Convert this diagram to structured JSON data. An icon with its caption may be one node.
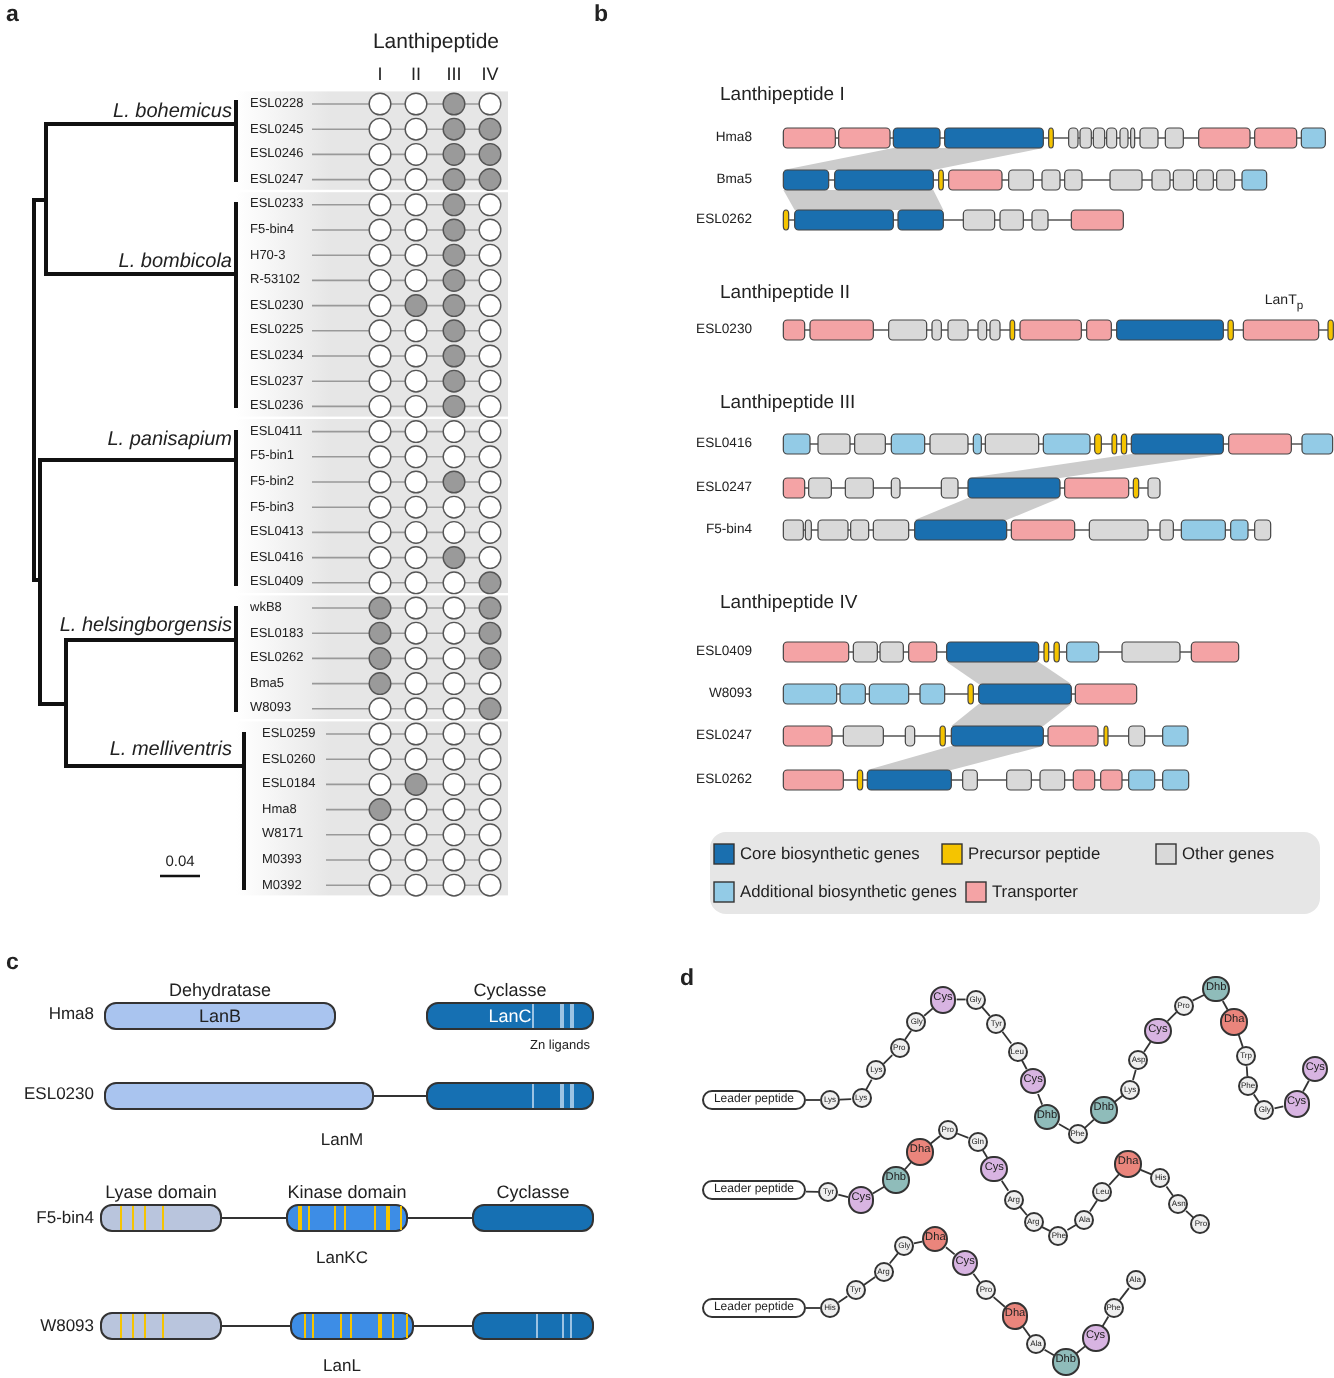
{
  "diagram": {
    "nodes": [
      {
        "text": [
          "Dehydratase",
          "LanB"
        ]
      },
      {
        "text": [
          "Cyclasse",
          "LanC"
        ],
        "beside": [
          "Zn ligands"
        ]
      },
      {
        "text": [],
        "shape": "box"
      },
      {
        "text": [],
        "shape": "box"
      },
      {
        "text": [
          "Lyase domain"
        ]
      },
      {
        "text": [
          "Kinase domain"
        ]
      },
      {
        "text": [
          "Cyclasse"
        ]
      },
      {
        "text": [],
        "shape": "box"
      },
      {
        "text": [],
        "shape": "box"
      },
      {
        "text": [],
        "shape": "box"
      },
      {
        "text": [
          "Leader peptide"
        ]
      },
      {
        "text": [
          "Lys"
        ]
      },
      {
        "text": [
          "Lys"
        ]
      },
      {
        "text": [
          "Lys"
        ]
      },
      {
        "text": [
          "Pro"
        ]
      },
      {
        "text": [
          "Gly"
        ]
      },
      {
        "text": [
          "Cys"
        ]
      },
      {
        "text": [
          "Gly"
        ]
      },
      {
        "text": [
          "Tyr"
        ]
      },
      {
        "text": [
          "Leu"
        ]
      },
      {
        "text": [
          "Cys"
        ]
      },
      {
        "text": [
          "Dhb"
        ]
      },
      {
        "text": [
          "Phe"
        ]
      },
      {
        "text": [
          "Dhb"
        ]
      },
      {
        "text": [
          "Lys"
        ]
      },
      {
        "text": [
          "Asp"
        ]
      },
      {
        "text": [
          "Cys"
        ]
      },
      {
        "text": [
          "Pro"
        ]
      },
      {
        "text": [
          "Dhb"
        ]
      },
      {
        "text": [
          "Dha"
        ]
      },
      {
        "text": [
          "Trp"
        ]
      },
      {
        "text": [
          "Phe"
        ]
      },
      {
        "text": [
          "Gly"
        ]
      },
      {
        "text": [
          "Cys"
        ]
      },
      {
        "text": [
          "Cys"
        ]
      },
      {
        "text": [
          "Leader peptide"
        ]
      },
      {
        "text": [
          "Tyr"
        ]
      },
      {
        "text": [
          "Cys"
        ]
      },
      {
        "text": [
          "Dhb"
        ]
      },
      {
        "text": [
          "Dha"
        ]
      },
      {
        "text": [
          "Pro"
        ]
      },
      {
        "text": [
          "Gln"
        ]
      },
      {
        "text": [
          "Cys"
        ]
      },
      {
        "text": [
          "Arg"
        ]
      },
      {
        "text": [
          "Arg"
        ]
      },
      {
        "text": [
          "Phe"
        ]
      },
      {
        "text": [
          "Ala"
        ]
      },
      {
        "text": [
          "Leu"
        ]
      },
      {
        "text": [
          "Dha"
        ]
      },
      {
        "text": [
          "His"
        ]
      },
      {
        "text": [
          "Asn"
        ]
      },
      {
        "text": [
          "Pro"
        ]
      },
      {
        "text": [
          "Leader peptide"
        ]
      },
      {
        "text": [
          "His"
        ]
      },
      {
        "text": [
          "Tyr"
        ]
      },
      {
        "text": [
          "Arg"
        ]
      },
      {
        "text": [
          "Gly"
        ]
      },
      {
        "text": [
          "Dha"
        ]
      },
      {
        "text": [
          "Cys"
        ]
      },
      {
        "text": [
          "Pro"
        ]
      },
      {
        "text": [
          "Dha"
        ]
      },
      {
        "text": [
          "Ala"
        ]
      },
      {
        "text": [
          "Dhb"
        ]
      },
      {
        "text": [
          "Cys"
        ]
      },
      {
        "text": [
          "Phe"
        ]
      },
      {
        "text": [
          "Ala"
        ]
      }
    ],
    "edges": [
      {
        "from": 2,
        "to": 3,
        "arrow": "none"
      },
      {
        "from": 4,
        "to": 5,
        "arrow": "none"
      },
      {
        "from": 5,
        "to": 6,
        "arrow": "none"
      },
      {
        "from": 7,
        "to": 8,
        "arrow": "none"
      },
      {
        "from": 8,
        "to": 9,
        "arrow": "none"
      },
      {
        "from": 10,
        "to": 11,
        "arrow": "none"
      },
      {
        "from": 11,
        "to": 12,
        "arrow": "none"
      },
      {
        "from": 12,
        "to": 13,
        "arrow": "none"
      },
      {
        "from": 13,
        "to": 14,
        "arrow": "none"
      },
      {
        "from": 14,
        "to": 15,
        "arrow": "none"
      },
      {
        "from": 15,
        "to": 16,
        "arrow": "none"
      },
      {
        "from": 16,
        "to": 17,
        "arrow": "none"
      },
      {
        "from": 17,
        "to": 18,
        "arrow": "none"
      },
      {
        "from": 18,
        "to": 19,
        "arrow": "none"
      },
      {
        "from": 19,
        "to": 20,
        "arrow": "none"
      },
      {
        "from": 20,
        "to": 21,
        "arrow": "none"
      },
      {
        "from": 21,
        "to": 22,
        "arrow": "none"
      },
      {
        "from": 22,
        "to": 23,
        "arrow": "none"
      },
      {
        "from": 23,
        "to": 24,
        "arrow": "none"
      },
      {
        "from": 24,
        "to": 25,
        "arrow": "none"
      },
      {
        "from": 25,
        "to": 26,
        "arrow": "none"
      },
      {
        "from": 26,
        "to": 27,
        "arrow": "none"
      },
      {
        "from": 27,
        "to": 28,
        "arrow": "none"
      },
      {
        "from": 28,
        "to": 29,
        "arrow": "none"
      },
      {
        "from": 29,
        "to": 30,
        "arrow": "none"
      },
      {
        "from": 30,
        "to": 31,
        "arrow": "none"
      },
      {
        "from": 31,
        "to": 32,
        "arrow": "none"
      },
      {
        "from": 32,
        "to": 33,
        "arrow": "none"
      },
      {
        "from": 33,
        "to": 34,
        "arrow": "none"
      },
      {
        "from": 35,
        "to": 36,
        "arrow": "none"
      },
      {
        "from": 36,
        "to": 37,
        "arrow": "none"
      },
      {
        "from": 37,
        "to": 38,
        "arrow": "none"
      },
      {
        "from": 38,
        "to": 39,
        "arrow": "none"
      },
      {
        "from": 39,
        "to": 40,
        "arrow": "none"
      },
      {
        "from": 40,
        "to": 41,
        "arrow": "none"
      },
      {
        "from": 41,
        "to": 42,
        "arrow": "none"
      },
      {
        "from": 42,
        "to": 43,
        "arrow": "none"
      },
      {
        "from": 43,
        "to": 44,
        "arrow": "none"
      },
      {
        "from": 44,
        "to": 45,
        "arrow": "none"
      },
      {
        "from": 45,
        "to": 46,
        "arrow": "none"
      },
      {
        "from": 46,
        "to": 47,
        "arrow": "none"
      },
      {
        "from": 47,
        "to": 48,
        "arrow": "none"
      },
      {
        "from": 48,
        "to": 49,
        "arrow": "none"
      },
      {
        "from": 49,
        "to": 50,
        "arrow": "none"
      },
      {
        "from": 50,
        "to": 51,
        "arrow": "none"
      },
      {
        "from": 52,
        "to": 53,
        "arrow": "none"
      },
      {
        "from": 53,
        "to": 54,
        "arrow": "none"
      },
      {
        "from": 54,
        "to": 55,
        "arrow": "none"
      },
      {
        "from": 55,
        "to": 56,
        "arrow": "none"
      },
      {
        "from": 56,
        "to": 57,
        "arrow": "none"
      },
      {
        "from": 57,
        "to": 58,
        "arrow": "none"
      },
      {
        "from": 58,
        "to": 59,
        "arrow": "none"
      },
      {
        "from": 59,
        "to": 60,
        "arrow": "none"
      },
      {
        "from": 60,
        "to": 61,
        "arrow": "none"
      },
      {
        "from": 61,
        "to": 62,
        "arrow": "none"
      },
      {
        "from": 62,
        "to": 63,
        "arrow": "none"
      },
      {
        "from": 63,
        "to": 64,
        "arrow": "none"
      },
      {
        "from": 64,
        "to": 65,
        "arrow": "none"
      }
    ],
    "labels": [
      "Lanthipeptide",
      "I",
      "II",
      "III",
      "IV",
      "L. bohemicus",
      "ESL0228",
      "ESL0245",
      "ESL0246",
      "ESL0247",
      "L. bombicola",
      "ESL0233",
      "F5-bin4",
      "H70-3",
      "R-53102",
      "ESL0230",
      "ESL0225",
      "ESL0234",
      "ESL0237",
      "ESL0236",
      "L. panisapium",
      "ESL0411",
      "F5-bin1",
      "F5-bin2",
      "F5-bin3",
      "ESL0413",
      "ESL0416",
      "ESL0409",
      "L. helsingborgensis",
      "wkB8",
      "ESL0183",
      "ESL0262",
      "Bma5",
      "W8093",
      "L. melliventris",
      "ESL0259",
      "ESL0260",
      "ESL0184",
      "Hma8",
      "W8171",
      "M0393",
      "M0392",
      "0.04",
      "Lanthipeptide I",
      "Hma8",
      "Bma5",
      "ESL0262",
      "Lanthipeptide II",
      "LanT$_{p}$",
      "ESL0230",
      "Lanthipeptide III",
      "ESL0416",
      "ESL0247",
      "F5-bin4",
      "Lanthipeptide IV",
      "ESL0409",
      "W8093",
      "ESL0247",
      "ESL0262",
      "Hma8",
      "ESL0230",
      "LanM",
      "F5-bin4",
      "LanKC",
      "W8093",
      "LanL",
      "a",
      "b",
      "c",
      "d"
    ],
    "legend": [
      {
        "text": "Core biosynthetic genes",
        "color": "#1a6faf"
      },
      {
        "text": "Precursor peptide",
        "color": "#f5c400"
      },
      {
        "text": "Other genes",
        "color": "#d9d9d9"
      },
      {
        "text": "Additional biosynthetic genes",
        "color": "#93cbe6"
      },
      {
        "text": "Transporter",
        "color": "#f4a3a5"
      }
    ]
  }
}
